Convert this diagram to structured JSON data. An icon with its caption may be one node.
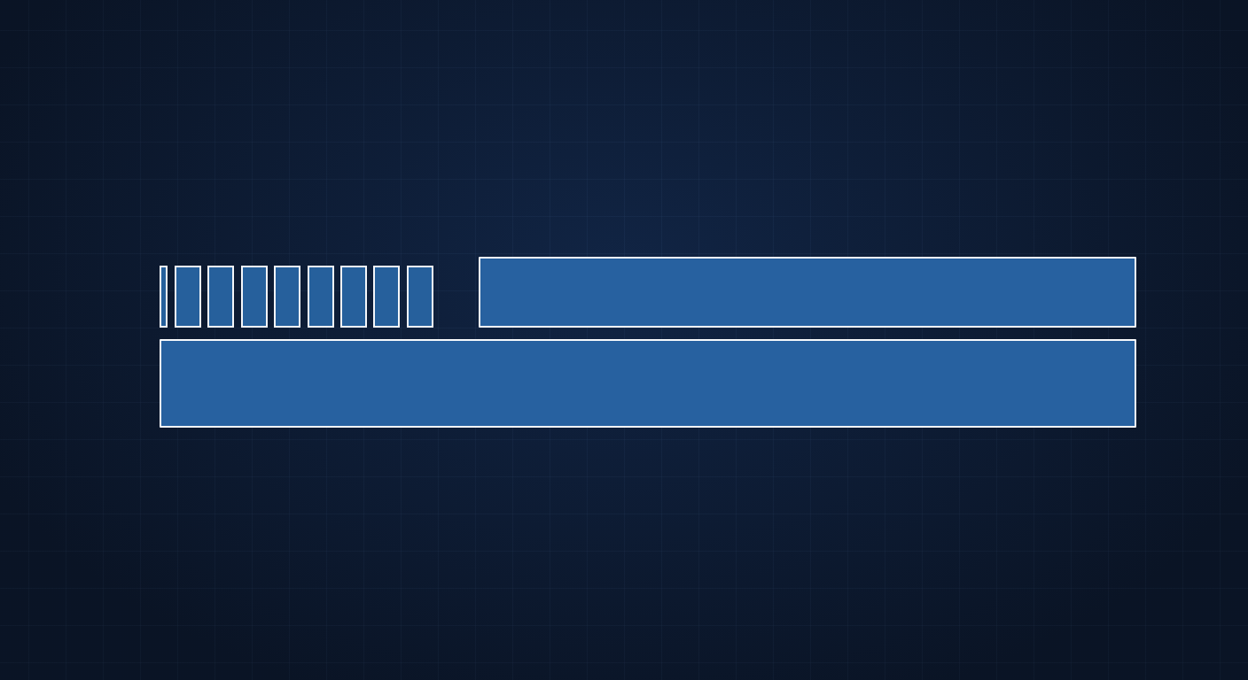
{
  "diagram": {
    "nodes": [
      {
        "text": [],
        "shape": "box"
      },
      {
        "text": [],
        "shape": "box"
      },
      {
        "text": [],
        "shape": "box"
      },
      {
        "text": [],
        "shape": "box"
      },
      {
        "text": [],
        "shape": "box"
      },
      {
        "text": [],
        "shape": "box"
      },
      {
        "text": [],
        "shape": "box"
      },
      {
        "text": [],
        "shape": "box"
      },
      {
        "text": [],
        "shape": "box"
      },
      {
        "text": [],
        "shape": "bar"
      },
      {
        "text": [],
        "shape": "bar"
      }
    ]
  }
}
